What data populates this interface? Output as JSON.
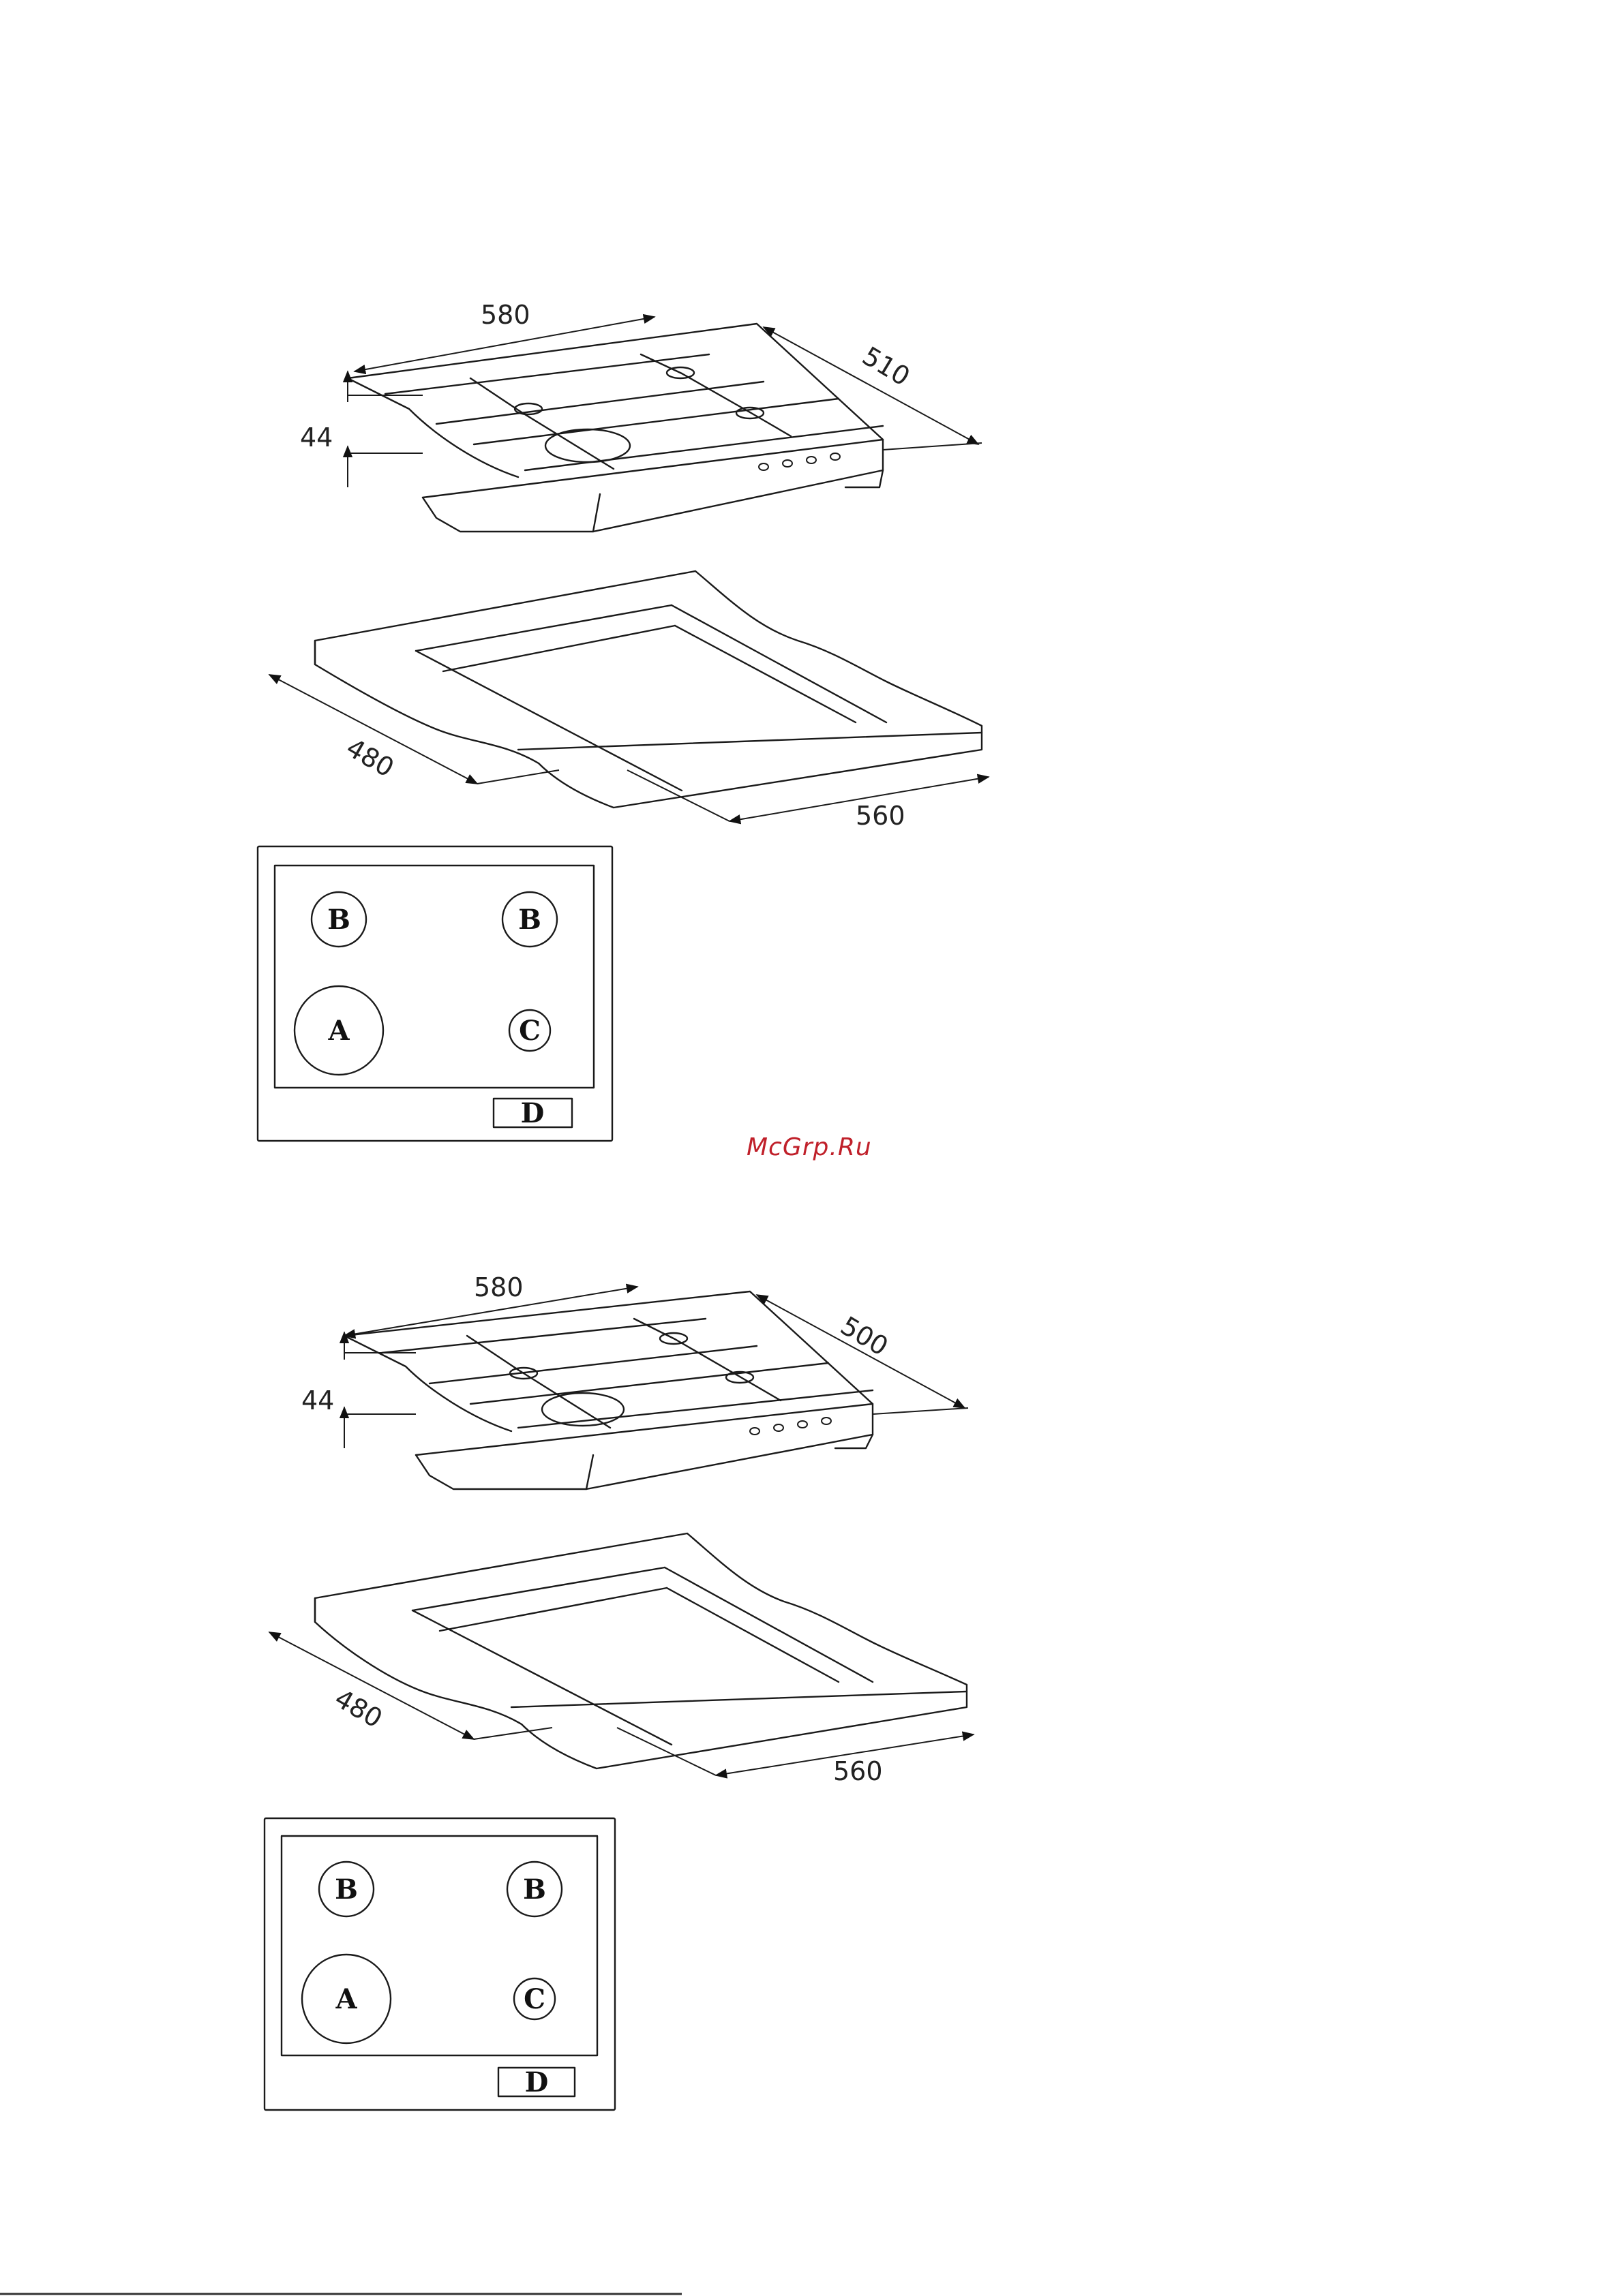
{
  "watermark": "McGrp.Ru",
  "figures": [
    {
      "hob": {
        "width": "580",
        "depth": "510",
        "height": "44"
      },
      "cutout": {
        "depth": "480",
        "width": "560"
      },
      "layout": {
        "burners": [
          "B",
          "B",
          "A",
          "C"
        ],
        "control": "D"
      }
    },
    {
      "hob": {
        "width": "580",
        "depth": "500",
        "height": "44"
      },
      "cutout": {
        "depth": "480",
        "width": "560"
      },
      "layout": {
        "burners": [
          "B",
          "B",
          "A",
          "C"
        ],
        "control": "D"
      }
    }
  ]
}
